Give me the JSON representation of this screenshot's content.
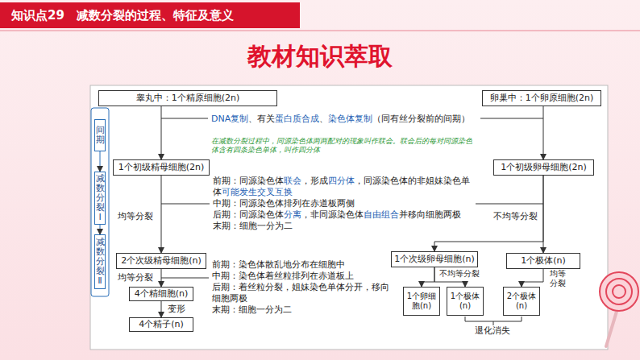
{
  "diagram": {
    "title": "教材知识萃取",
    "nodes": [
      {
        "text": [
          "知识点29　减数分裂的过程、特征及意义"
        ]
      },
      {
        "text": [
          "睾丸中：1个精原细胞(2n)"
        ]
      },
      {
        "text": [
          "卵巢中：1个卵原细胞(2n)"
        ]
      },
      {
        "text": [
          "间期"
        ]
      },
      {
        "text": [
          "减数分裂Ⅰ"
        ]
      },
      {
        "text": [
          "减数分裂Ⅱ"
        ]
      },
      {
        "text": [
          "1个初级精母细胞(2n)"
        ]
      },
      {
        "text": [
          "1个初级卵母细胞(2n)"
        ]
      },
      {
        "text": [
          "2个次级精母细胞(n)"
        ]
      },
      {
        "text": [
          "1个次级卵母细胞(n)"
        ]
      },
      {
        "text": [
          "1个极体(n)"
        ]
      },
      {
        "text": [
          "4个精细胞(n)"
        ]
      },
      {
        "text": [
          "4个精子(n)"
        ]
      },
      {
        "text": [
          "1个卵细胞(n)"
        ]
      },
      {
        "text": [
          "1个极体(n)"
        ]
      },
      {
        "text": [
          "2个极体(n)"
        ]
      }
    ],
    "edges": [
      {
        "from": 3,
        "to": 4,
        "arrow": "to"
      },
      {
        "from": 4,
        "to": 5,
        "arrow": "to"
      },
      {
        "from": 1,
        "to": 6,
        "arrow": "to"
      },
      {
        "from": 6,
        "to": 8,
        "arrow": "to"
      },
      {
        "from": 8,
        "to": 11,
        "arrow": "to"
      },
      {
        "from": 11,
        "to": 12,
        "arrow": "to"
      },
      {
        "from": 2,
        "to": 7,
        "arrow": "to"
      },
      {
        "from": 7,
        "to": 9,
        "arrow": "to"
      },
      {
        "from": 7,
        "to": 10,
        "arrow": "to"
      },
      {
        "from": 9,
        "to": 13,
        "arrow": "to"
      },
      {
        "from": 9,
        "to": 14,
        "arrow": "to"
      },
      {
        "from": 10,
        "to": 15,
        "arrow": "to"
      }
    ],
    "labels": [
      "DNA复制",
      "、有关",
      "蛋白质合成",
      "、",
      "染色体复制",
      "（同有丝分裂前的间期）",
      "在减数分裂过程中，同源染色体两两配对的现象叫作联会。联会后的每对同源染色体含有四条染色单体，叫作四分体",
      "前期：同源染色体",
      "联会",
      "，形成",
      "四分体",
      "，同源染色体的非姐妹染色单体",
      "可能发生交叉互换",
      "中期：同源染色体排列在赤道板两侧",
      "后期：同源染色体",
      "分离",
      "，非同源染色体",
      "自由组合",
      "并移向细胞两极",
      "末期：细胞一分为二",
      "均等分裂",
      "不均等分裂",
      "前期：染色体散乱地分布在细胞中",
      "中期：染色体着丝粒排列在赤道板上",
      "后期：着丝粒分裂，姐妹染色单体分开，移向细胞两极",
      "末期：细胞一分为二",
      "均等分裂",
      "变形",
      "不均等分裂",
      "均等分裂",
      "退化消失"
    ]
  }
}
